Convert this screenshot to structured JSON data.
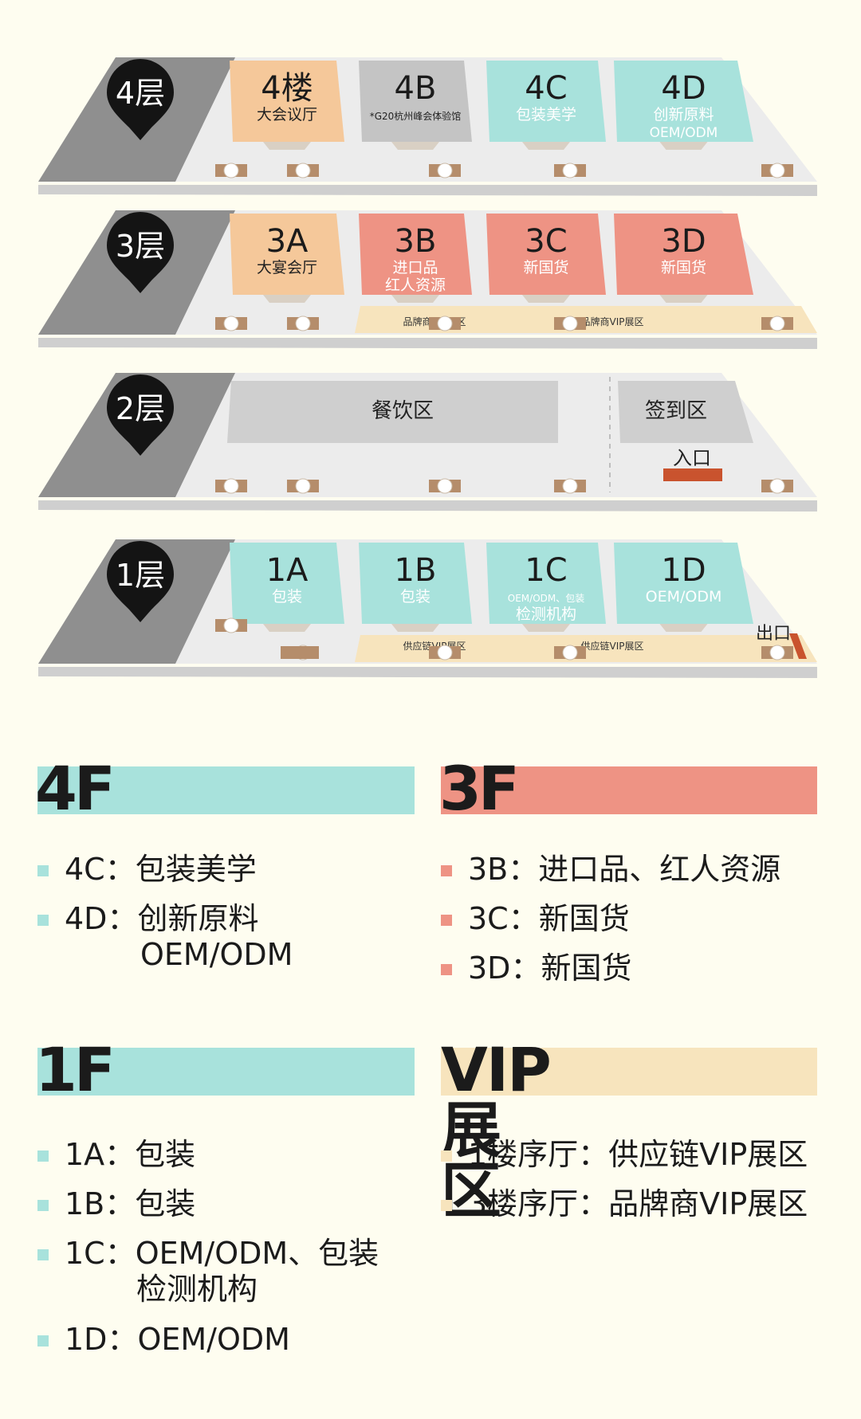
{
  "floors": [
    {
      "pin": "4层",
      "halls": [
        {
          "code": "4楼",
          "name": "大会议厅",
          "color": "#f5c89a"
        },
        {
          "code": "4B",
          "name": "*G20杭州峰会体验馆",
          "color": "#c4c4c4"
        },
        {
          "code": "4C",
          "name": "包装美学",
          "color": "#a8e2dc"
        },
        {
          "code": "4D",
          "name": "创新原料",
          "name2": "OEM/ODM",
          "color": "#a8e2dc"
        }
      ],
      "strips": []
    },
    {
      "pin": "3层",
      "halls": [
        {
          "code": "3A",
          "name": "大宴会厅",
          "color": "#f5c89a"
        },
        {
          "code": "3B",
          "name": "进口品",
          "name2": "红人资源",
          "color": "#ee9384"
        },
        {
          "code": "3C",
          "name": "新国货",
          "color": "#ee9384"
        },
        {
          "code": "3D",
          "name": "新国货",
          "color": "#ee9384"
        }
      ],
      "strips": [
        "品牌商VIP展区",
        "品牌商VIP展区"
      ]
    },
    {
      "pin": "2层",
      "areas": [
        "餐饮区",
        "签到区"
      ],
      "entrance": "入口"
    },
    {
      "pin": "1层",
      "halls": [
        {
          "code": "1A",
          "name": "包装",
          "color": "#a8e2dc"
        },
        {
          "code": "1B",
          "name": "包装",
          "color": "#a8e2dc"
        },
        {
          "code": "1C",
          "name": "OEM/ODM、包装",
          "name2": "检测机构",
          "color": "#a8e2dc"
        },
        {
          "code": "1D",
          "name": "OEM/ODM",
          "color": "#a8e2dc"
        }
      ],
      "strips": [
        "供应链VIP展区",
        "供应链VIP展区"
      ],
      "exit": "出口"
    }
  ],
  "legend": {
    "f4": {
      "title": "4F",
      "color": "#a8e2dc",
      "items": [
        {
          "text": "4C：包装美学"
        },
        {
          "text": "4D：创新原料",
          "cont": "OEM/ODM"
        }
      ]
    },
    "f3": {
      "title": "3F",
      "color": "#ee9384",
      "items": [
        {
          "text": "3B：进口品、红人资源"
        },
        {
          "text": "3C：新国货"
        },
        {
          "text": "3D：新国货"
        }
      ]
    },
    "f1": {
      "title": "1F",
      "color": "#a8e2dc",
      "items": [
        {
          "text": "1A：包装"
        },
        {
          "text": "1B：包装"
        },
        {
          "text": "1C：OEM/ODM、包装",
          "cont": "检测机构"
        },
        {
          "text": "1D：OEM/ODM"
        }
      ]
    },
    "vip": {
      "title": "VIP展区",
      "color": "#f7e4bd",
      "items": [
        {
          "text": "1楼序厅：供应链VIP展区"
        },
        {
          "text": "3楼序厅：品牌商VIP展区"
        }
      ]
    }
  },
  "colors": {
    "background": "#fefdf0",
    "floor": "#ececec",
    "floor_edge": "#cfcfcf",
    "dark_band": "#8f8f8f",
    "pin": "#141414",
    "vip": "#f7e4bd",
    "entrance": "#c9532e"
  }
}
